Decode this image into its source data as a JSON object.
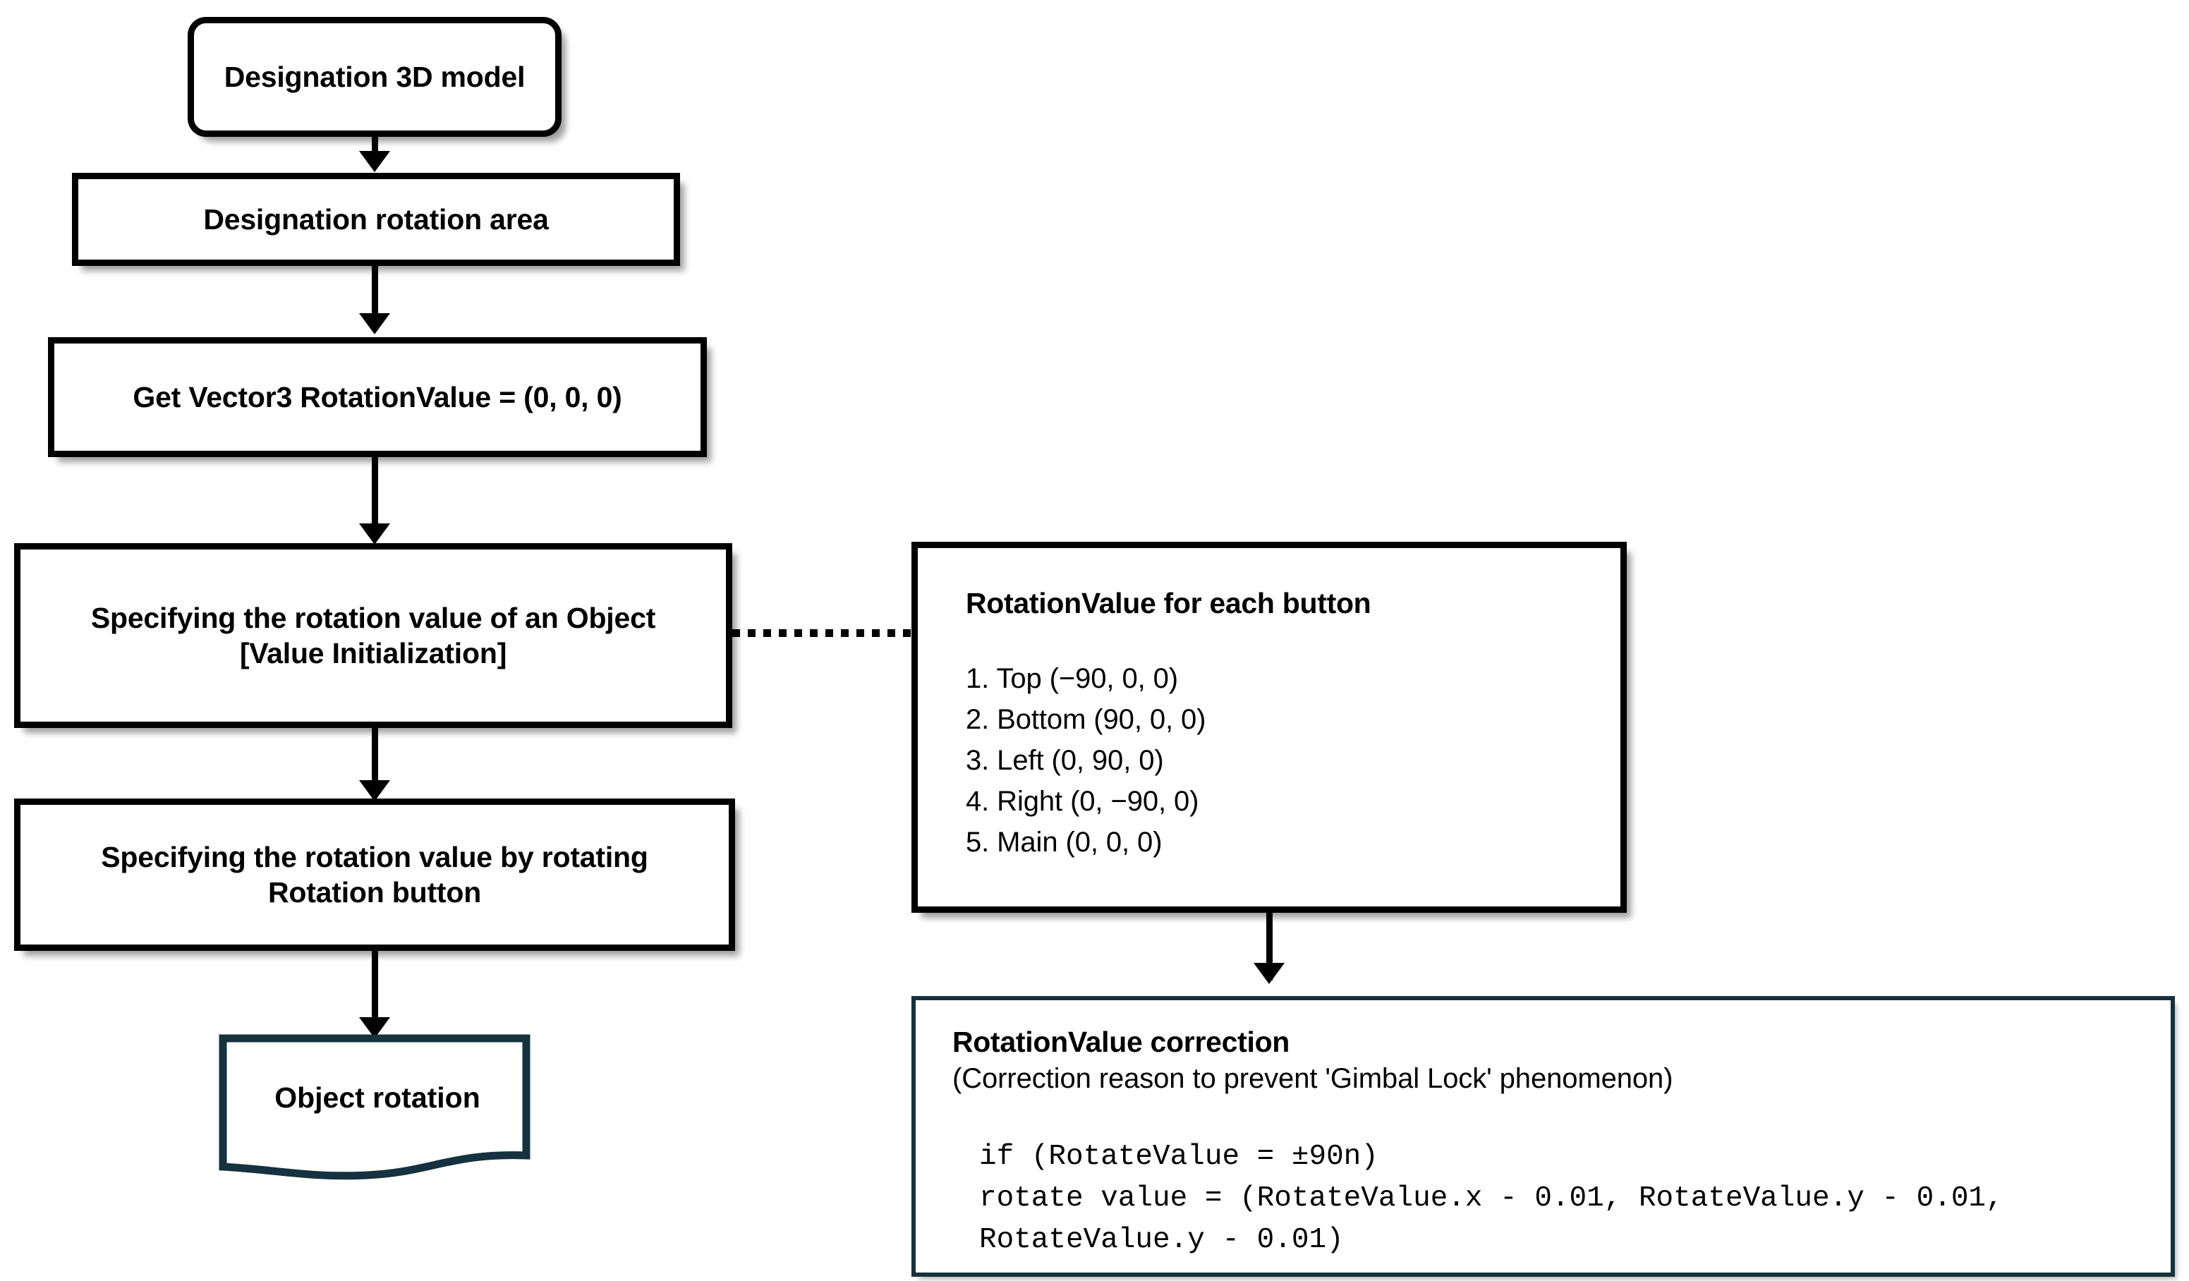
{
  "diagram": {
    "title": "3D model object rotation flowchart",
    "colors": {
      "stroke_black": "#000000",
      "stroke_navy": "#16313f",
      "fill_white": "#ffffff"
    },
    "nodes": {
      "start": {
        "label": "Designation 3D model"
      },
      "rotation_area": {
        "label": "Designation rotation area"
      },
      "get_vector": {
        "label": "Get Vector3 RotationValue = (0, 0, 0)"
      },
      "specify_value": {
        "line1": "Specifying the rotation value of an Object",
        "line2": "[Value Initialization]"
      },
      "specify_by_button": {
        "line1": "Specifying the rotation value by rotating",
        "line2": "Rotation button"
      },
      "object_rotation": {
        "label": "Object rotation"
      }
    },
    "side_panel": {
      "title": "RotationValue for each button",
      "items": [
        "1. Top (−90, 0, 0)",
        "2. Bottom (90, 0, 0)",
        "3. Left (0, 90, 0)",
        "4. Right (0, −90, 0)",
        "5. Main (0, 0, 0)"
      ]
    },
    "correction_panel": {
      "title": "RotationValue correction",
      "subtitle": "(Correction reason to prevent 'Gimbal  Lock' phenomenon)",
      "code": "if (RotateValue = ±90n)\nrotate value = (RotateValue.x - 0.01, RotateValue.y - 0.01,\nRotateValue.y - 0.01)"
    }
  }
}
